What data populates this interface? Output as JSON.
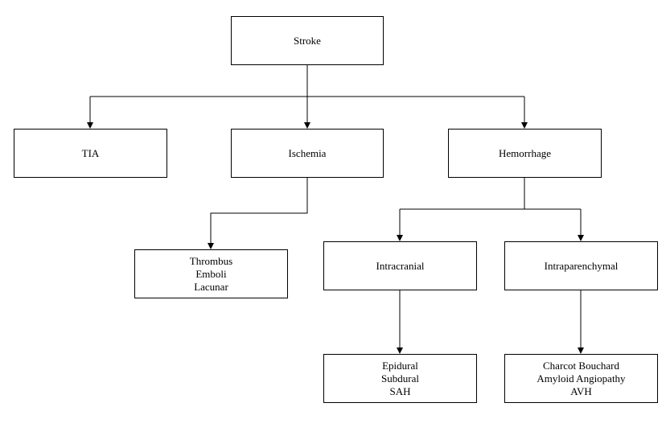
{
  "diagram": {
    "nodes": {
      "stroke": {
        "label": "Stroke"
      },
      "tia": {
        "label": "TIA"
      },
      "ischemia": {
        "label": "Ischemia"
      },
      "hemorrhage": {
        "label": "Hemorrhage"
      },
      "ischemia_types": {
        "lines": [
          "Thrombus",
          "Emboli",
          "Lacunar"
        ]
      },
      "intracranial": {
        "label": "Intracranial"
      },
      "intraparenchymal": {
        "label": "Intraparenchymal"
      },
      "intracranial_types": {
        "lines": [
          "Epidural",
          "Subdural",
          "SAH"
        ]
      },
      "intraparenchymal_types": {
        "lines": [
          "Charcot Bouchard",
          "Amyloid Angiopathy",
          "AVH"
        ]
      }
    },
    "edges": [
      [
        "stroke",
        "tia"
      ],
      [
        "stroke",
        "ischemia"
      ],
      [
        "stroke",
        "hemorrhage"
      ],
      [
        "ischemia",
        "ischemia_types"
      ],
      [
        "hemorrhage",
        "intracranial"
      ],
      [
        "hemorrhage",
        "intraparenchymal"
      ],
      [
        "intracranial",
        "intracranial_types"
      ],
      [
        "intraparenchymal",
        "intraparenchymal_types"
      ]
    ]
  }
}
